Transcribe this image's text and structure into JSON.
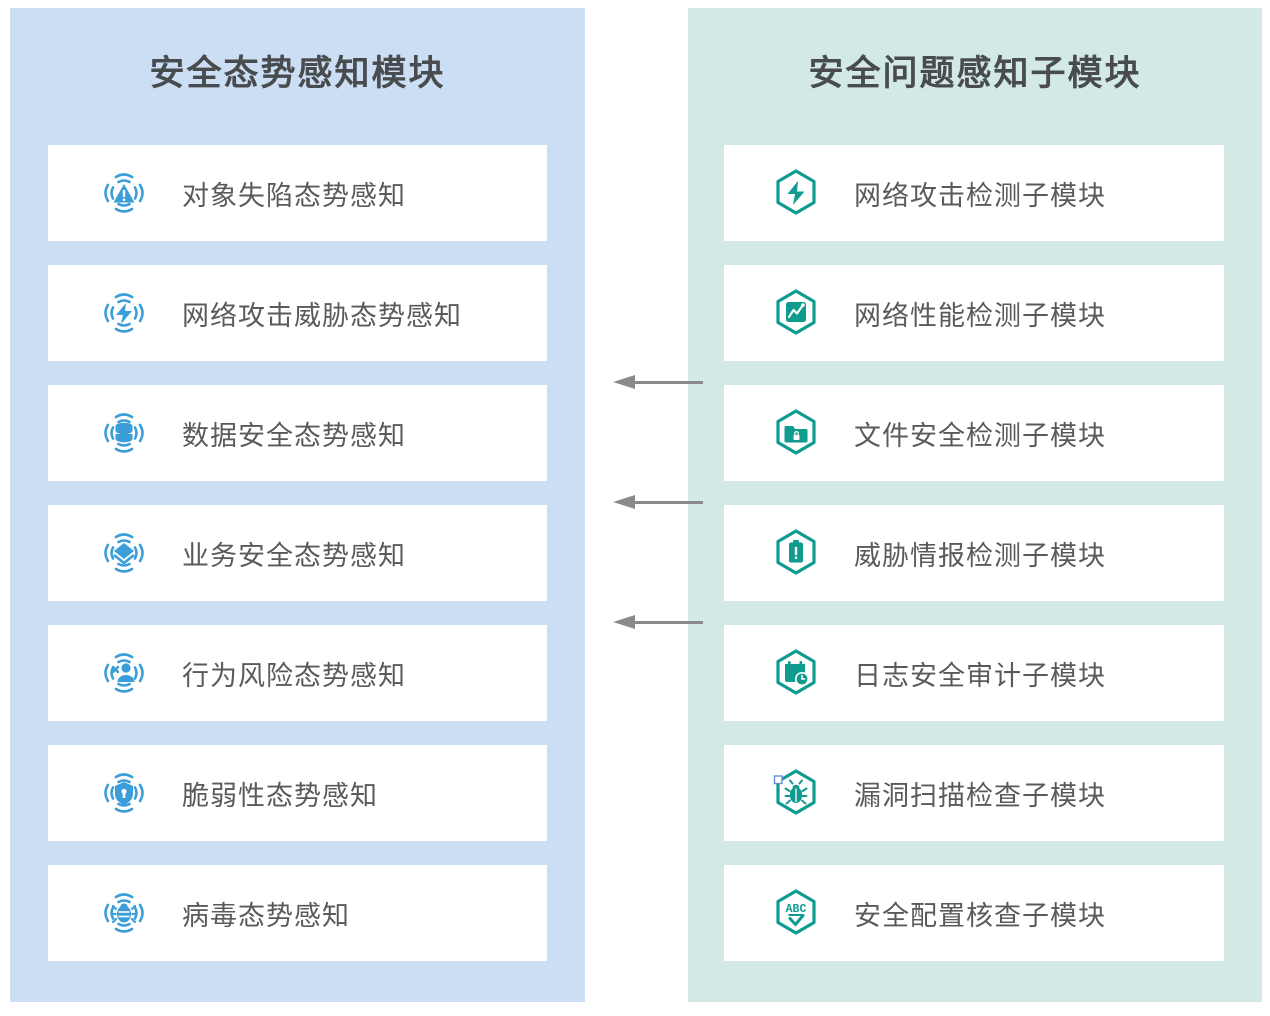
{
  "colors": {
    "left_panel_bg": "#cbdef4",
    "right_panel_bg": "#d3e9e6",
    "card_bg": "#ffffff",
    "title_text": "#494c4e",
    "label_text": "#585b5d",
    "left_icon": "#3b9ed8",
    "right_icon": "#0f9b8e",
    "arrow": "#8a8a8a"
  },
  "left_panel": {
    "title": "安全态势感知模块",
    "items": [
      {
        "label": "对象失陷态势感知",
        "icon": "radar-warning-triangle-icon"
      },
      {
        "label": "网络攻击威胁态势感知",
        "icon": "radar-lightning-bolt-icon"
      },
      {
        "label": "数据安全态势感知",
        "icon": "radar-database-icon"
      },
      {
        "label": "业务安全态势感知",
        "icon": "radar-diamond-icon"
      },
      {
        "label": "行为风险态势感知",
        "icon": "radar-user-risk-icon"
      },
      {
        "label": "脆弱性态势感知",
        "icon": "radar-shield-icon"
      },
      {
        "label": "病毒态势感知",
        "icon": "radar-bug-icon"
      }
    ]
  },
  "right_panel": {
    "title": "安全问题感知子模块",
    "items": [
      {
        "label": "网络攻击检测子模块",
        "icon": "hexagon-lightning-bolt-icon"
      },
      {
        "label": "网络性能检测子模块",
        "icon": "hexagon-chart-line-icon"
      },
      {
        "label": "文件安全检测子模块",
        "icon": "hexagon-folder-lock-icon"
      },
      {
        "label": "威胁情报检测子模块",
        "icon": "hexagon-alert-clipboard-icon"
      },
      {
        "label": "日志安全审计子模块",
        "icon": "hexagon-calendar-clock-icon"
      },
      {
        "label": "漏洞扫描检查子模块",
        "icon": "hexagon-bug-icon"
      },
      {
        "label": "安全配置核查子模块",
        "icon": "hexagon-abc-check-icon",
        "glyph_text": "ABC"
      }
    ]
  },
  "connectors": [
    {
      "name": "arrow-right-to-left-1",
      "direction": "left"
    },
    {
      "name": "arrow-right-to-left-2",
      "direction": "left"
    },
    {
      "name": "arrow-right-to-left-3",
      "direction": "left"
    }
  ]
}
